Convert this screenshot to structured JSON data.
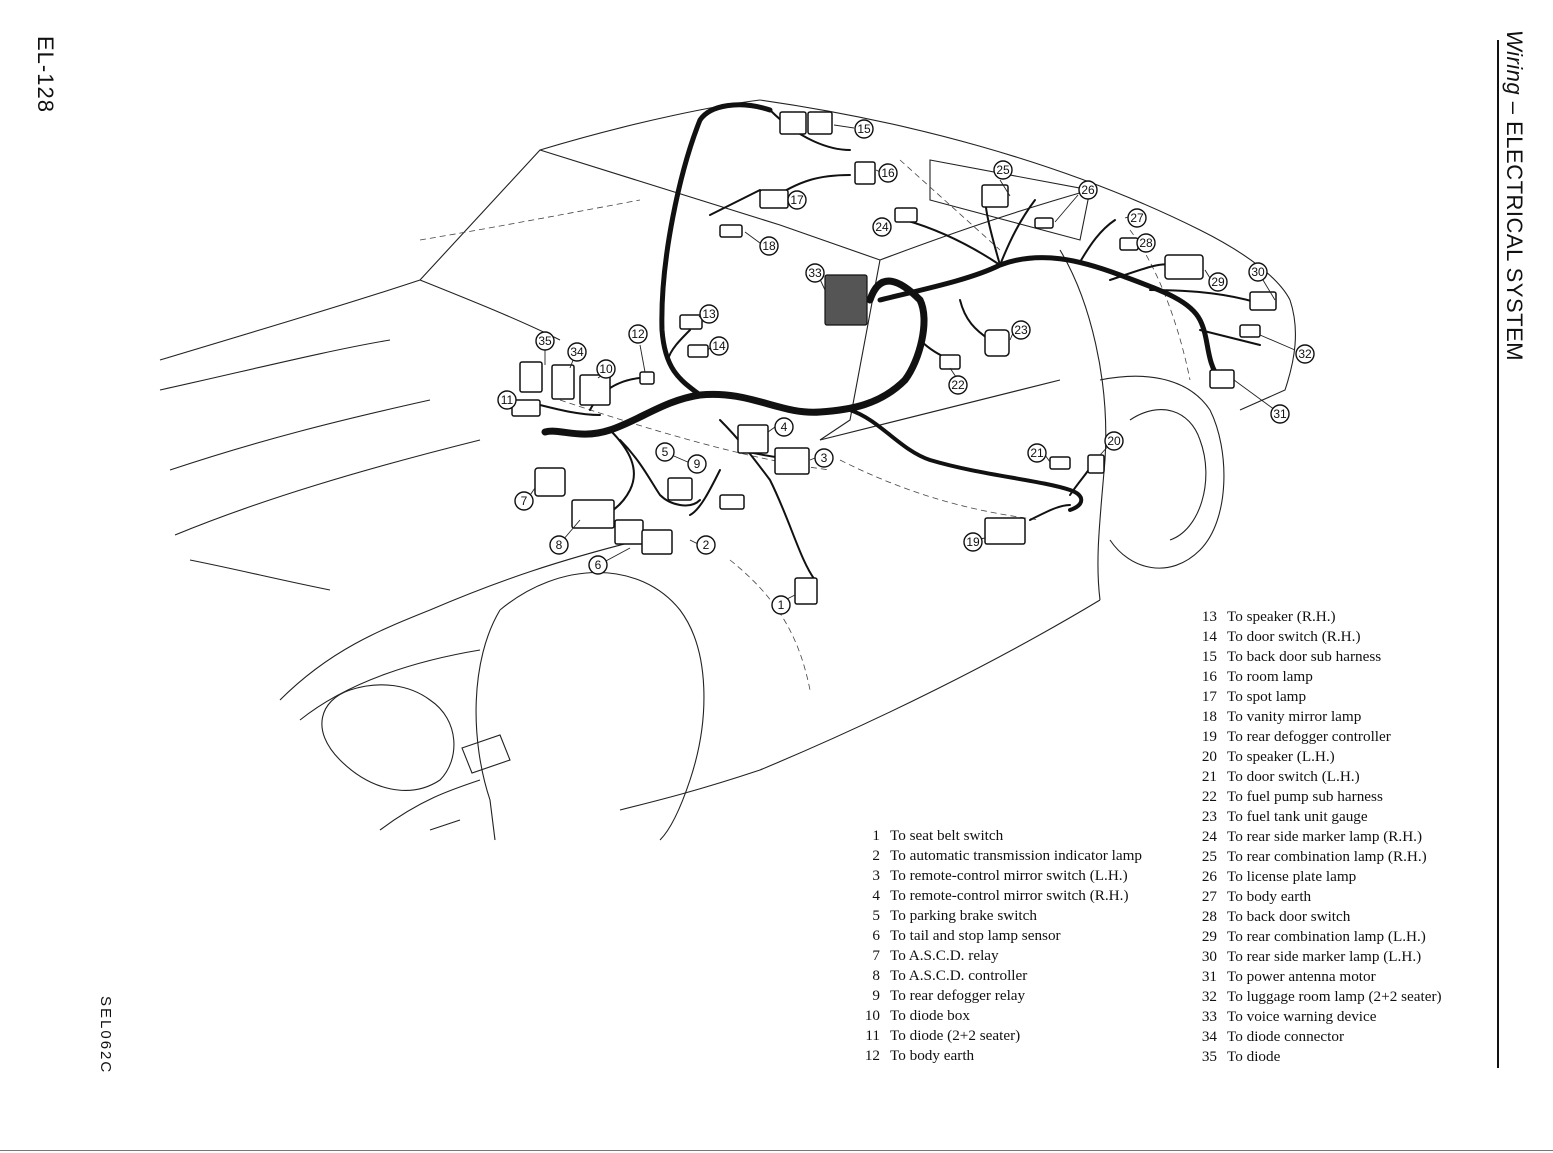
{
  "page": {
    "page_number": "EL-128",
    "section_title": "ELECTRICAL SYSTEM",
    "section_subtitle": "Wiring",
    "figure_code": "SEL062C"
  },
  "callouts": [
    "1",
    "2",
    "3",
    "4",
    "5",
    "6",
    "7",
    "8",
    "9",
    "10",
    "11",
    "12",
    "13",
    "14",
    "15",
    "16",
    "17",
    "18",
    "19",
    "20",
    "21",
    "22",
    "23",
    "24",
    "25",
    "26",
    "27",
    "28",
    "29",
    "30",
    "31",
    "32",
    "33",
    "34",
    "35"
  ],
  "legend": {
    "left": [
      {
        "num": "1",
        "text": "To seat belt switch"
      },
      {
        "num": "2",
        "text": "To automatic transmission indicator lamp"
      },
      {
        "num": "3",
        "text": "To remote-control mirror switch (L.H.)"
      },
      {
        "num": "4",
        "text": "To remote-control mirror switch (R.H.)"
      },
      {
        "num": "5",
        "text": "To parking brake switch"
      },
      {
        "num": "6",
        "text": "To tail and stop lamp sensor"
      },
      {
        "num": "7",
        "text": "To A.S.C.D. relay"
      },
      {
        "num": "8",
        "text": "To A.S.C.D. controller"
      },
      {
        "num": "9",
        "text": "To rear defogger relay"
      },
      {
        "num": "10",
        "text": "To diode box"
      },
      {
        "num": "11",
        "text": "To diode (2+2 seater)"
      },
      {
        "num": "12",
        "text": "To body earth"
      }
    ],
    "right": [
      {
        "num": "13",
        "text": "To speaker (R.H.)"
      },
      {
        "num": "14",
        "text": "To door switch (R.H.)"
      },
      {
        "num": "15",
        "text": "To back door sub harness"
      },
      {
        "num": "16",
        "text": "To room lamp"
      },
      {
        "num": "17",
        "text": "To spot lamp"
      },
      {
        "num": "18",
        "text": "To vanity mirror lamp"
      },
      {
        "num": "19",
        "text": "To rear defogger controller"
      },
      {
        "num": "20",
        "text": "To speaker (L.H.)"
      },
      {
        "num": "21",
        "text": "To door switch (L.H.)"
      },
      {
        "num": "22",
        "text": "To fuel pump sub harness"
      },
      {
        "num": "23",
        "text": "To fuel tank unit gauge"
      },
      {
        "num": "24",
        "text": "To rear side marker lamp (R.H.)"
      },
      {
        "num": "25",
        "text": "To rear combination lamp (R.H.)"
      },
      {
        "num": "26",
        "text": "To license plate lamp"
      },
      {
        "num": "27",
        "text": "To body earth"
      },
      {
        "num": "28",
        "text": "To back door switch"
      },
      {
        "num": "29",
        "text": "To rear combination lamp (L.H.)"
      },
      {
        "num": "30",
        "text": "To rear side marker lamp (L.H.)"
      },
      {
        "num": "31",
        "text": "To power antenna motor"
      },
      {
        "num": "32",
        "text": "To luggage room lamp (2+2 seater)"
      },
      {
        "num": "33",
        "text": "To voice warning device"
      },
      {
        "num": "34",
        "text": "To diode connector"
      },
      {
        "num": "35",
        "text": "To diode"
      }
    ]
  }
}
